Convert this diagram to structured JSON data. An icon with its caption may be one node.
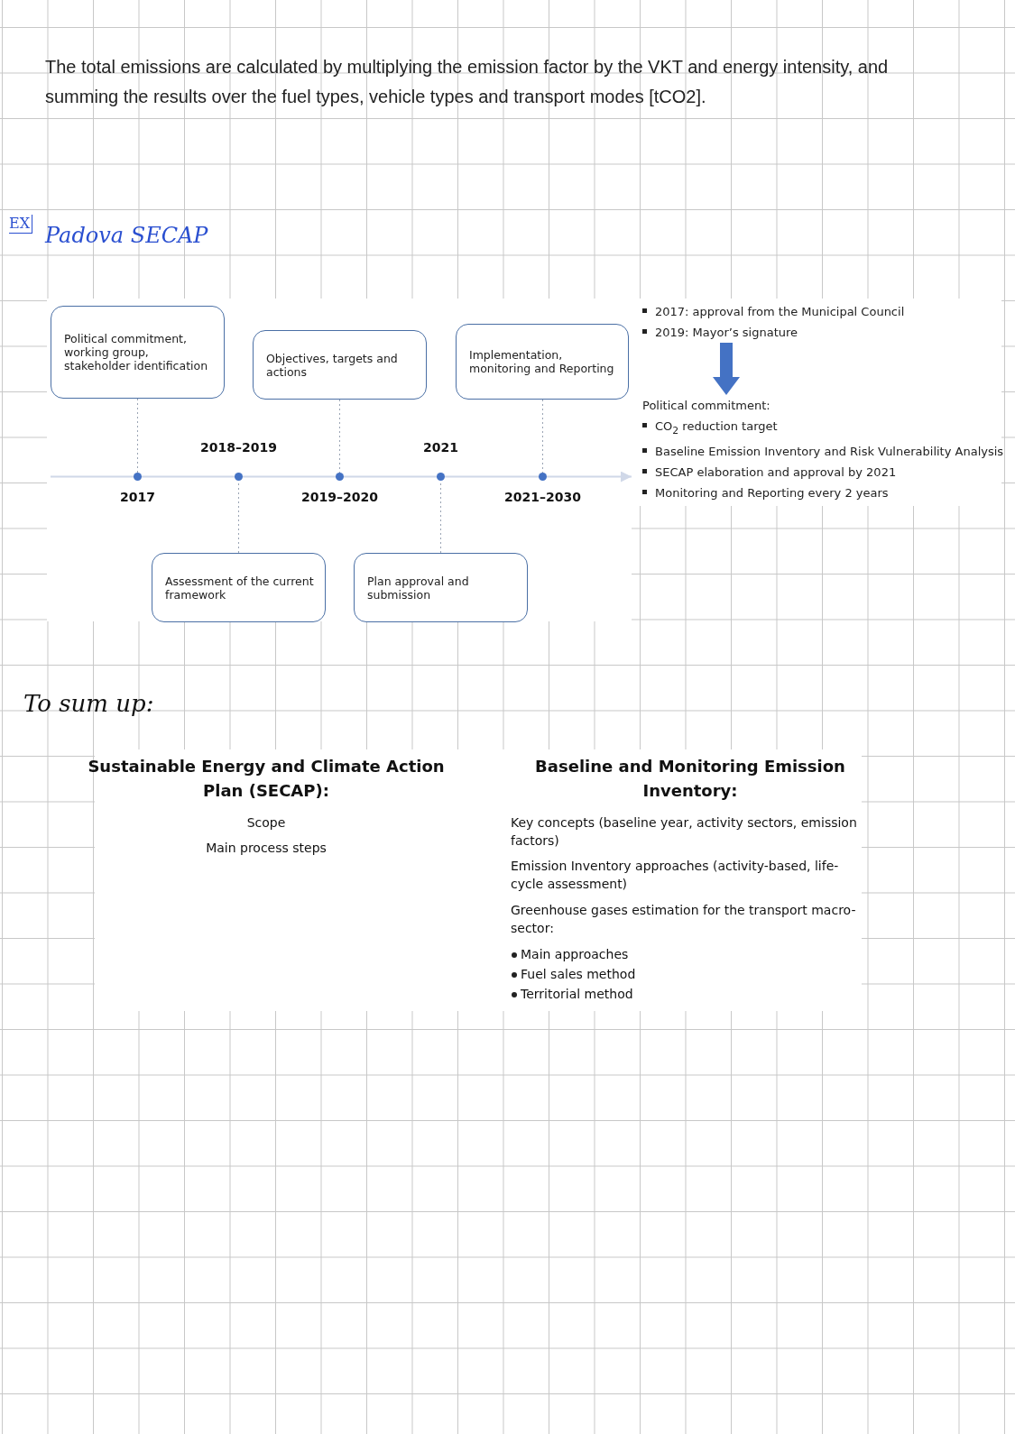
{
  "diagram": {
    "nodes": [
      {
        "text": [
          "Political commitment, working group, stakeholder identification"
        ]
      },
      {
        "text": [
          "Objectives, targets and actions"
        ]
      },
      {
        "text": [
          "Implementation, monitoring and Reporting"
        ]
      },
      {
        "text": [
          "Assessment of the current framework"
        ]
      },
      {
        "text": [
          "Plan approval and submission"
        ]
      },
      {
        "text": [],
        "shape": "circle",
        "beside": [
          "2017"
        ]
      },
      {
        "text": [],
        "shape": "circle",
        "beside": [
          "2018–2019"
        ]
      },
      {
        "text": [],
        "shape": "circle",
        "beside": [
          "2019–2020"
        ]
      },
      {
        "text": [],
        "shape": "circle",
        "beside": [
          "2021"
        ]
      },
      {
        "text": [],
        "shape": "circle",
        "beside": [
          "2021–2030"
        ]
      },
      {
        "text": [
          "2017: approval from the Municipal Council",
          "2019: Mayor’s signature"
        ]
      },
      {
        "text": [
          "Political commitment:",
          "CO$_{2}$ reduction target",
          "Baseline Emission Inventory and Risk Vulnerability Analysis",
          "SECAP elaboration and approval by 2021",
          "Monitoring and Reporting every 2 years"
        ]
      }
    ],
    "edges": [
      {
        "from": 0,
        "to": 5,
        "arrow": "none",
        "style": "dashed"
      },
      {
        "from": 3,
        "to": 6,
        "arrow": "none",
        "style": "dashed"
      },
      {
        "from": 1,
        "to": 7,
        "arrow": "none",
        "style": "dashed"
      },
      {
        "from": 4,
        "to": 8,
        "arrow": "none",
        "style": "dashed"
      },
      {
        "from": 2,
        "to": 9,
        "arrow": "none",
        "style": "dashed"
      },
      {
        "from": 10,
        "to": 11,
        "arrow": "to",
        "style": "thick",
        "color": "#4472c4"
      }
    ],
    "labels": [
      "The total emissions are calculated by multiplying the emission factor by the VKT and energy intensity, and summing the results over the fuel types, vehicle types and transport modes [tCO2].",
      "EX",
      "Padova SECAP",
      "To sum up:",
      "Sustainable Energy and Climate Action Plan (SECAP):",
      "Baseline and Monitoring Emission Inventory:",
      "Scope",
      "Key concepts (baseline year, activity sectors, emission factors)",
      "Main process steps",
      "Emission Inventory approaches (activity-based, life-cycle assessment)",
      "Greenhouse gases estimation for the transport macro-sector:",
      "Main approaches",
      "Fuel sales method",
      "Territorial method"
    ]
  }
}
